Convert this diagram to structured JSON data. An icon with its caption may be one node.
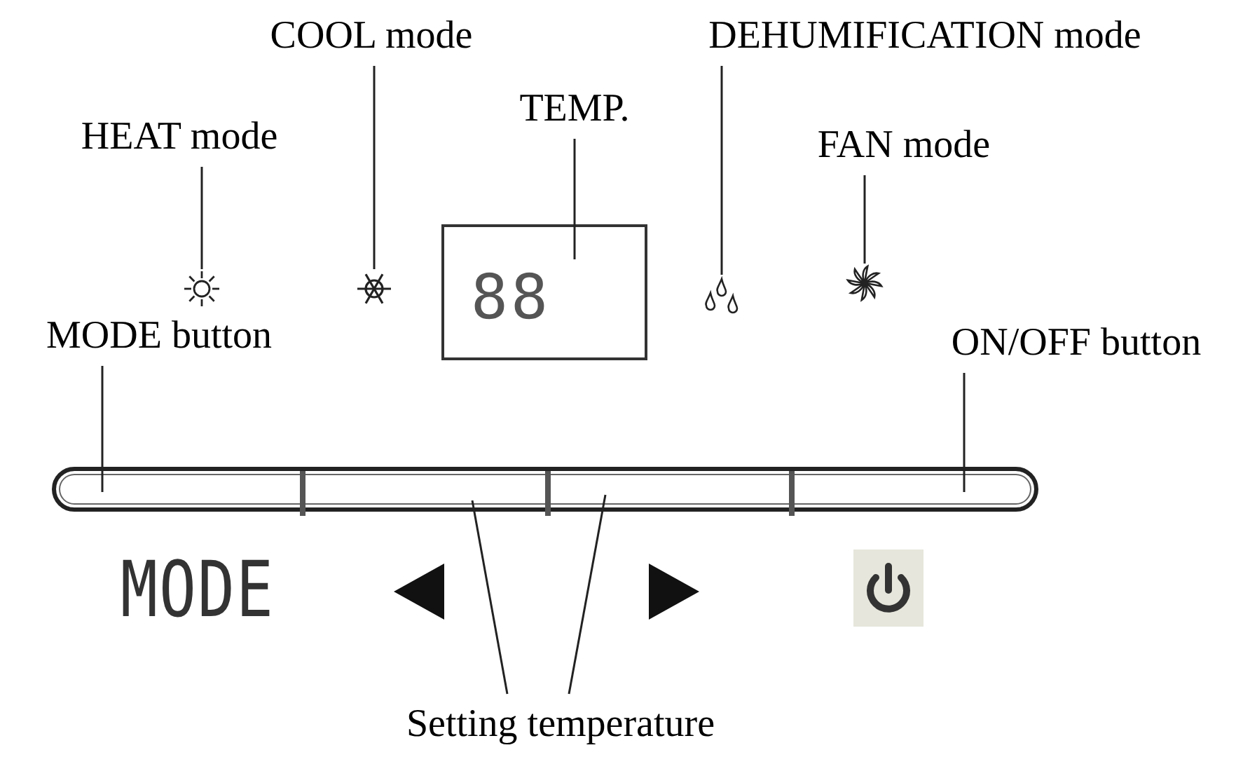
{
  "diagram": {
    "nodes": [
      {
        "text": [
          "COOL mode"
        ]
      },
      {
        "text": [
          "DEHUMIFICATION mode"
        ]
      },
      {
        "text": [
          "TEMP."
        ]
      },
      {
        "text": [
          "HEAT mode"
        ]
      },
      {
        "text": [
          "FAN mode"
        ]
      },
      {
        "text": [],
        "shape": "icon"
      },
      {
        "text": [],
        "shape": "icon"
      },
      {
        "text": [
          "88"
        ]
      },
      {
        "text": [],
        "shape": "icon"
      },
      {
        "text": [],
        "shape": "icon"
      },
      {
        "text": [
          "MODE button"
        ]
      },
      {
        "text": [
          "ON/OFF button"
        ]
      },
      {
        "text": [],
        "shape": "bar"
      },
      {
        "text": [],
        "shape": "box",
        "in": 12
      },
      {
        "text": [],
        "shape": "box",
        "in": 12
      },
      {
        "text": [],
        "shape": "box",
        "in": 12
      },
      {
        "text": [],
        "shape": "box",
        "in": 12
      },
      {
        "text": [
          "Setting temperature"
        ]
      }
    ],
    "edges": [
      {
        "from": 0,
        "to": 6,
        "arrow": "none"
      },
      {
        "from": 1,
        "to": 8,
        "arrow": "none"
      },
      {
        "from": 2,
        "to": 7,
        "arrow": "none"
      },
      {
        "from": 3,
        "to": 5,
        "arrow": "none"
      },
      {
        "from": 4,
        "to": 9,
        "arrow": "none"
      },
      {
        "from": 10,
        "to": 13,
        "arrow": "none"
      },
      {
        "from": 11,
        "to": 16,
        "arrow": "none"
      },
      {
        "from": 17,
        "to": 14,
        "arrow": "none"
      },
      {
        "from": 17,
        "to": 15,
        "arrow": "none"
      }
    ],
    "labels": [
      "MODE"
    ]
  }
}
